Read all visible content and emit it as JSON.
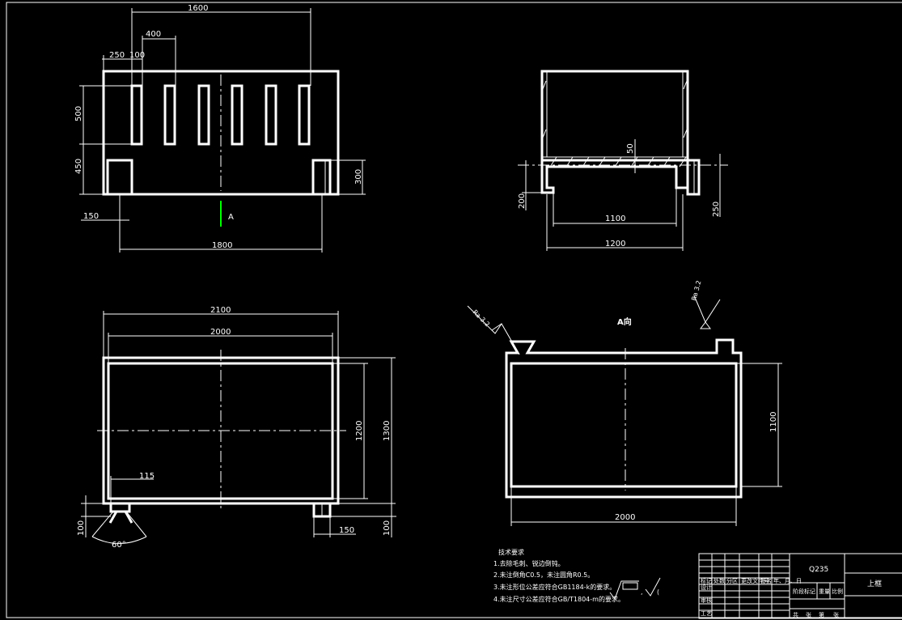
{
  "front_view": {
    "dim_top_width": "1600",
    "dim_slot_pitch": "400",
    "dim_left_offset": "250",
    "dim_slot_width": "100",
    "dim_slot_height": "500",
    "dim_lower_height": "450",
    "dim_foot_height": "300",
    "dim_foot_width": "150",
    "dim_base_width": "1800",
    "section_arrow_label": "A"
  },
  "side_view": {
    "dim_shelf": "50",
    "dim_leg_height": "200",
    "dim_inner_width": "1100",
    "dim_outer_width": "1200",
    "dim_foot_height": "250"
  },
  "top_view": {
    "dim_outer_width": "2100",
    "dim_inner_width": "2000",
    "dim_inner_depth": "1200",
    "dim_outer_depth": "1300",
    "dim_foot_offset": "115",
    "dim_angle": "60°",
    "dim_foot_width": "150",
    "dim_left_height": "100",
    "dim_right_height": "100"
  },
  "view_a": {
    "title": "A向",
    "roughness_left": "Ra 3.2",
    "roughness_right": "Ra 3.2",
    "dim_height": "1100",
    "dim_width": "2000"
  },
  "technical_requirements": {
    "title": "技术要求",
    "items": [
      "1.去除毛刺、锐边倒钝。",
      "2.未注倒角C0.5，未注圆角R0.5。",
      "3.未注形位公差应符合GB1184-k的要求。",
      "4.未注尺寸公差应符合GB/T1804-m的要求。"
    ]
  },
  "title_block": {
    "material": "Q235",
    "part_name": "上框",
    "headers": [
      "标记",
      "处数",
      "分区",
      "更改文件号",
      "签名",
      "年、月、日"
    ],
    "left_rows": [
      "设计",
      "审核",
      "工艺"
    ],
    "stage_label": "阶段标记",
    "weight_label": "重量",
    "scale_label": "比例",
    "sheet_labels": [
      "共",
      "张",
      "第",
      "张"
    ]
  }
}
